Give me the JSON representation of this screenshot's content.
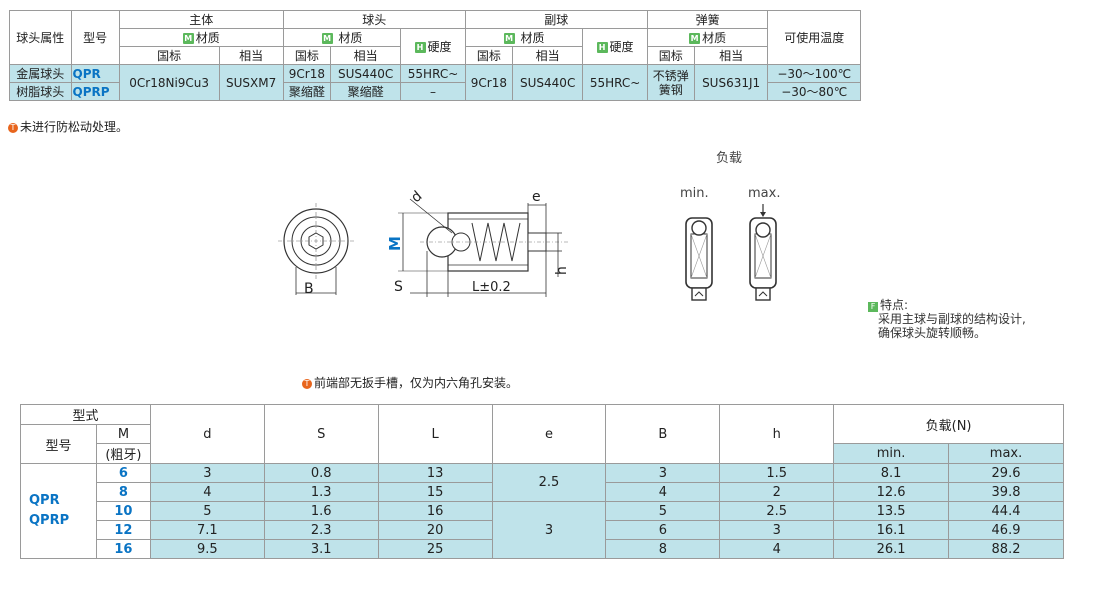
{
  "spec_table": {
    "h_ball_attr": "球头属性",
    "h_model": "型号",
    "h_body": "主体",
    "h_ball": "球头",
    "h_sub": "副球",
    "h_spring": "弹簧",
    "h_temp": "可使用温度",
    "badge_m": "M",
    "badge_h": "H",
    "material": "材质",
    "material_sp": " 材质",
    "hardness": "硬度",
    "std": "国标",
    "equiv": "相当",
    "rows": [
      {
        "attr": "金属球头",
        "model": "QPR",
        "ball_std": "9Cr18",
        "ball_eq": "SUS440C",
        "ball_hard": "55HRC~",
        "temp": "−30～100℃"
      },
      {
        "attr": "树脂球头",
        "model": "QPRP",
        "ball_std": "聚缩醛",
        "ball_eq": "聚缩醛",
        "ball_hard": "–",
        "temp": "−30～80℃"
      }
    ],
    "body_std": "0Cr18Ni9Cu3",
    "body_eq": "SUSXM7",
    "sub_std": "9Cr18",
    "sub_eq": "SUS440C",
    "sub_hard": "55HRC~",
    "spring_std": "不锈弹簧钢",
    "spring_eq": "SUS631J1"
  },
  "note1": "未进行防松动处理。",
  "note_mark": "T",
  "drawing": {
    "label_d": "d",
    "label_e": "e",
    "label_M": "M",
    "label_S": "S",
    "label_L": "L±0.2",
    "label_h": "h",
    "label_B": "B"
  },
  "load": {
    "title": "负载",
    "min": "min.",
    "max": "max."
  },
  "feature": {
    "badge": "F",
    "title": "特点:",
    "line1": "采用主球与副球的结构设计,",
    "line2": "确保球头旋转顺畅。"
  },
  "note2": "前端部无扳手槽，仅为内六角孔安装。",
  "dim_table": {
    "h_type": "型式",
    "h_model": "型号",
    "h_M": "M",
    "h_coarse": "(粗牙)",
    "h_d": "d",
    "h_S": "S",
    "h_L": "L",
    "h_e": "e",
    "h_B": "B",
    "h_h": "h",
    "h_load": "负载(N)",
    "h_min": "min.",
    "h_max": "max.",
    "model1": "QPR",
    "model2": "QPRP",
    "e_small": "2.5",
    "e_large": "3",
    "rows": [
      {
        "M": "6",
        "d": "3",
        "S": "0.8",
        "L": "13",
        "B": "3",
        "h": "1.5",
        "min": "8.1",
        "max": "29.6"
      },
      {
        "M": "8",
        "d": "4",
        "S": "1.3",
        "L": "15",
        "B": "4",
        "h": "2",
        "min": "12.6",
        "max": "39.8"
      },
      {
        "M": "10",
        "d": "5",
        "S": "1.6",
        "L": "16",
        "B": "5",
        "h": "2.5",
        "min": "13.5",
        "max": "44.4"
      },
      {
        "M": "12",
        "d": "7.1",
        "S": "2.3",
        "L": "20",
        "B": "6",
        "h": "3",
        "min": "16.1",
        "max": "46.9"
      },
      {
        "M": "16",
        "d": "9.5",
        "S": "3.1",
        "L": "25",
        "B": "8",
        "h": "4",
        "min": "26.1",
        "max": "88.2"
      }
    ]
  }
}
